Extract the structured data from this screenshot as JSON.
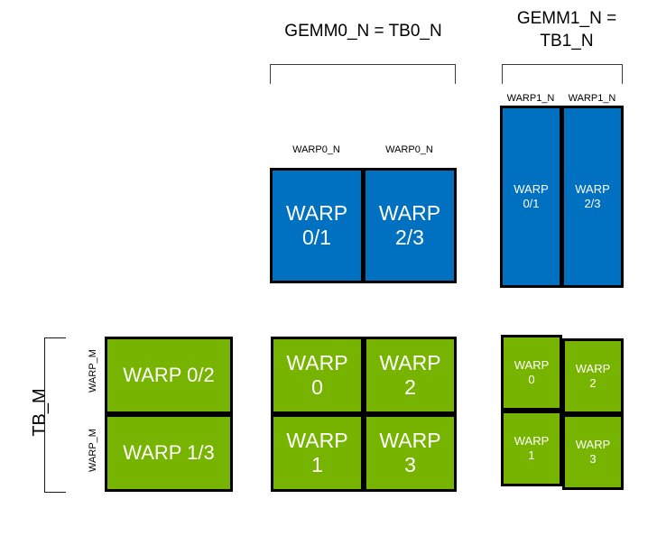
{
  "diagram": {
    "title_gemm0": "GEMM0_N = TB0_N",
    "title_gemm1": "GEMM1_N =\nTB1_N",
    "axis_label_tb_m": "TB_M",
    "warp_m_label_top": "WARP_M",
    "warp_m_label_bottom": "WARP_M",
    "colors": {
      "blue": "#0070C0",
      "green": "#76B400",
      "border": "#000000",
      "text_on_block": "#FFFFFF",
      "bracket": "#3C3C3C"
    },
    "groups": {
      "gemm0_blue": {
        "column_labels": [
          "WARP0_N",
          "WARP0_N"
        ],
        "cells": [
          "WARP\n0/1",
          "WARP\n2/3"
        ]
      },
      "gemm1_blue": {
        "column_labels": [
          "WARP1_N",
          "WARP1_N"
        ],
        "cells": [
          "WARP\n0/1",
          "WARP\n2/3"
        ]
      },
      "left_green": {
        "cells": [
          "WARP 0/2",
          "WARP 1/3"
        ]
      },
      "middle_green": {
        "cells": [
          "WARP\n0",
          "WARP\n2",
          "WARP\n1",
          "WARP\n3"
        ]
      },
      "right_green": {
        "cells": [
          "WARP\n0",
          "WARP\n2",
          "WARP\n1",
          "WARP\n3"
        ]
      }
    }
  }
}
